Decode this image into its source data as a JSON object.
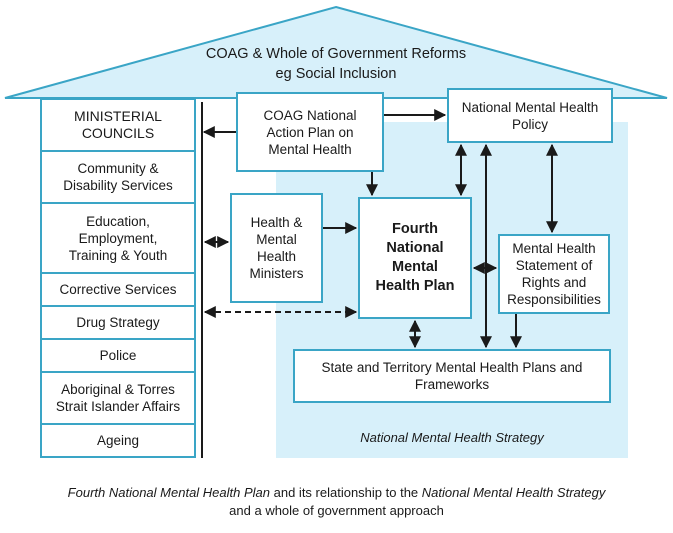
{
  "roof": {
    "title": "COAG & Whole of Government Reforms\neg Social Inclusion"
  },
  "ministerial": {
    "header": "MINISTERIAL\nCOUNCILS",
    "items": [
      "Community &\nDisability Services",
      "Education,\nEmployment,\nTraining & Youth",
      "Corrective Services",
      "Drug Strategy",
      "Police",
      "Aboriginal & Torres\nStrait Islander Affairs",
      "Ageing"
    ]
  },
  "boxes": {
    "coag_action_plan": "COAG National\nAction Plan on\nMental Health",
    "national_policy": "National Mental Health\nPolicy",
    "health_ministers": "Health &\nMental\nHealth\nMinisters",
    "fourth_plan": "Fourth\nNational\nMental\nHealth Plan",
    "statement_rights": "Mental Health\nStatement of\nRights and\nResponsibilities",
    "state_plans": "State and Territory Mental Health Plans and\nFrameworks"
  },
  "strategy_label": "National Mental Health Strategy",
  "caption": {
    "italic_1": "Fourth National Mental Health Plan",
    "text_1": " and its relationship to the ",
    "italic_2": "National Mental Health Strategy",
    "line_2": "and a whole of government approach"
  },
  "colors": {
    "border": "#3aa5c6",
    "roof_fill": "#d7f0fa",
    "strategy_fill": "#d7f0fa",
    "arrow": "#1a1a1a"
  }
}
